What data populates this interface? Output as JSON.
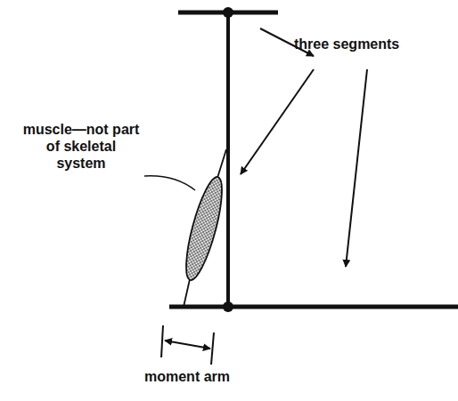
{
  "diagram": {
    "labels": [
      "three segments",
      "muscle—not part of skeletal system",
      "moment arm"
    ]
  }
}
